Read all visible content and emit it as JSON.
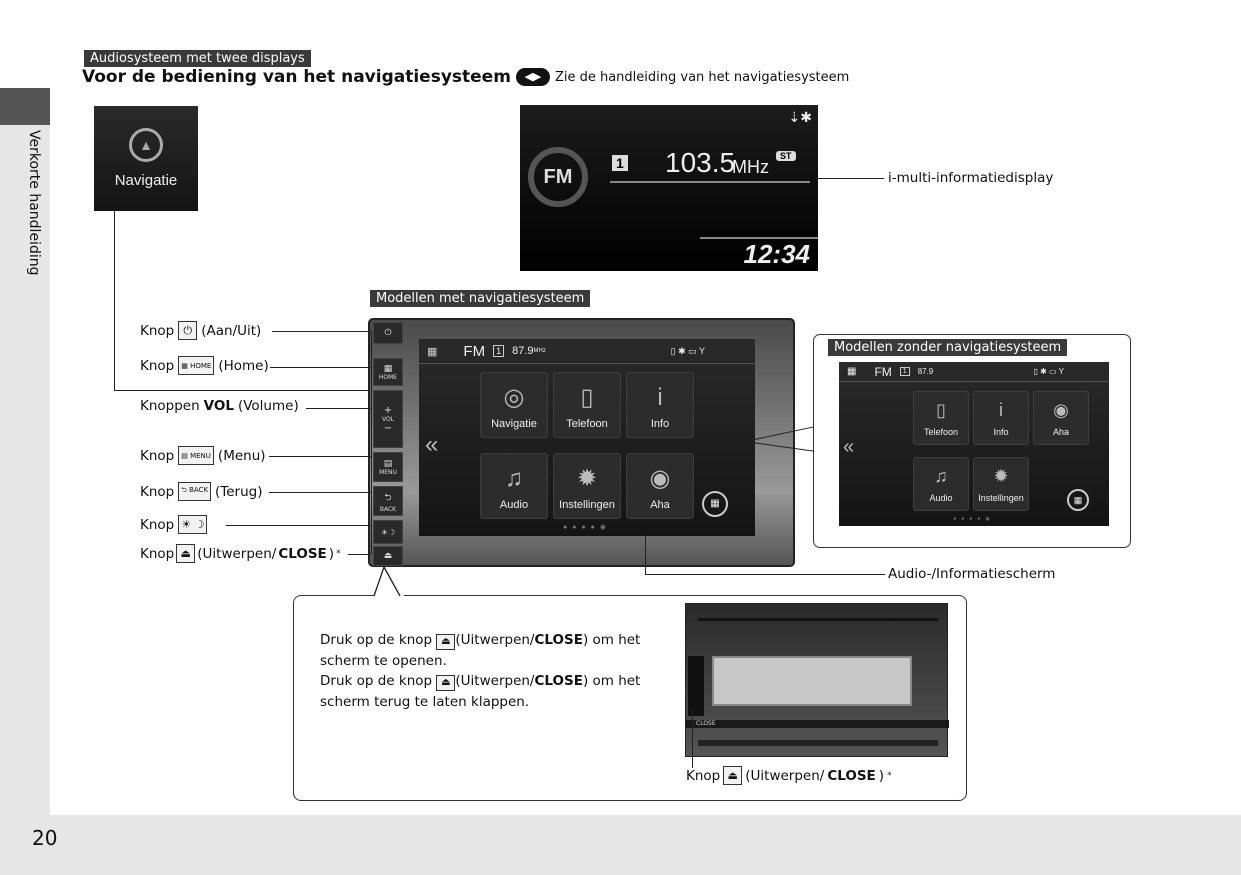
{
  "header": {
    "tag": "Audiosysteem met twee displays",
    "title": "Voor de bediening van het navigatiesysteem",
    "ref_text": "Zie de handleiding van het navigatiesysteem"
  },
  "sidebar": {
    "section": "Verkorte handleiding"
  },
  "nav_icon": {
    "label": "Navigatie"
  },
  "info_display": {
    "band": "FM",
    "preset": "1",
    "frequency": "103.5",
    "unit": "MHz",
    "stereo": "ST",
    "clock": "12:34",
    "caption": "i-multi-informatiedisplay"
  },
  "nav_models": {
    "tag": "Modellen met navigatiesysteem",
    "status": {
      "band": "FM",
      "preset": "1",
      "frequency": "87.9",
      "unit": "MHz"
    },
    "tiles": [
      "Navigatie",
      "Telefoon",
      "Info",
      "Audio",
      "Instellingen",
      "Aha"
    ],
    "side_buttons": [
      "HOME",
      "VOL",
      "MENU",
      "BACK"
    ]
  },
  "labels": [
    {
      "pre": "Knop",
      "key": "⏻",
      "post": "(Aan/Uit)"
    },
    {
      "pre": "Knop",
      "key": "▦ HOME",
      "post": "(Home)"
    },
    {
      "pre": "Knoppen",
      "bold": "VOL",
      "post": "(Volume)"
    },
    {
      "pre": "Knop",
      "key": "▤ MENU",
      "post": "(Menu)"
    },
    {
      "pre": "Knop",
      "key": "⮌ BACK",
      "post": "(Terug)"
    },
    {
      "pre": "Knop",
      "key": "☀ ☽",
      "post": ""
    },
    {
      "pre": "Knop",
      "key": "⏏",
      "post_a": "(Uitwerpen/",
      "bold": "CLOSE",
      "post_b": ")",
      "mark": "*"
    }
  ],
  "no_nav_models": {
    "tag": "Modellen zonder navigatiesysteem",
    "tiles": [
      "Telefoon",
      "Info",
      "Aha",
      "Audio",
      "Instellingen"
    ]
  },
  "screen_caption": "Audio-/Informatiescherm",
  "callout": {
    "line1a": "Druk op de knop",
    "line1b": "(Uitwerpen/",
    "close": "CLOSE",
    "line1c": ") om het",
    "line2": "scherm te openen.",
    "line3a": "Druk op de knop",
    "line3b": "(Uitwerpen/",
    "line3c": ") om het",
    "line4": "scherm terug te laten klappen.",
    "photo_label": "CLOSE",
    "caption_pre": "Knop",
    "caption_a": "(Uitwerpen/",
    "caption_b": ")",
    "caption_mark": "*"
  },
  "footer": {
    "page": "20"
  }
}
